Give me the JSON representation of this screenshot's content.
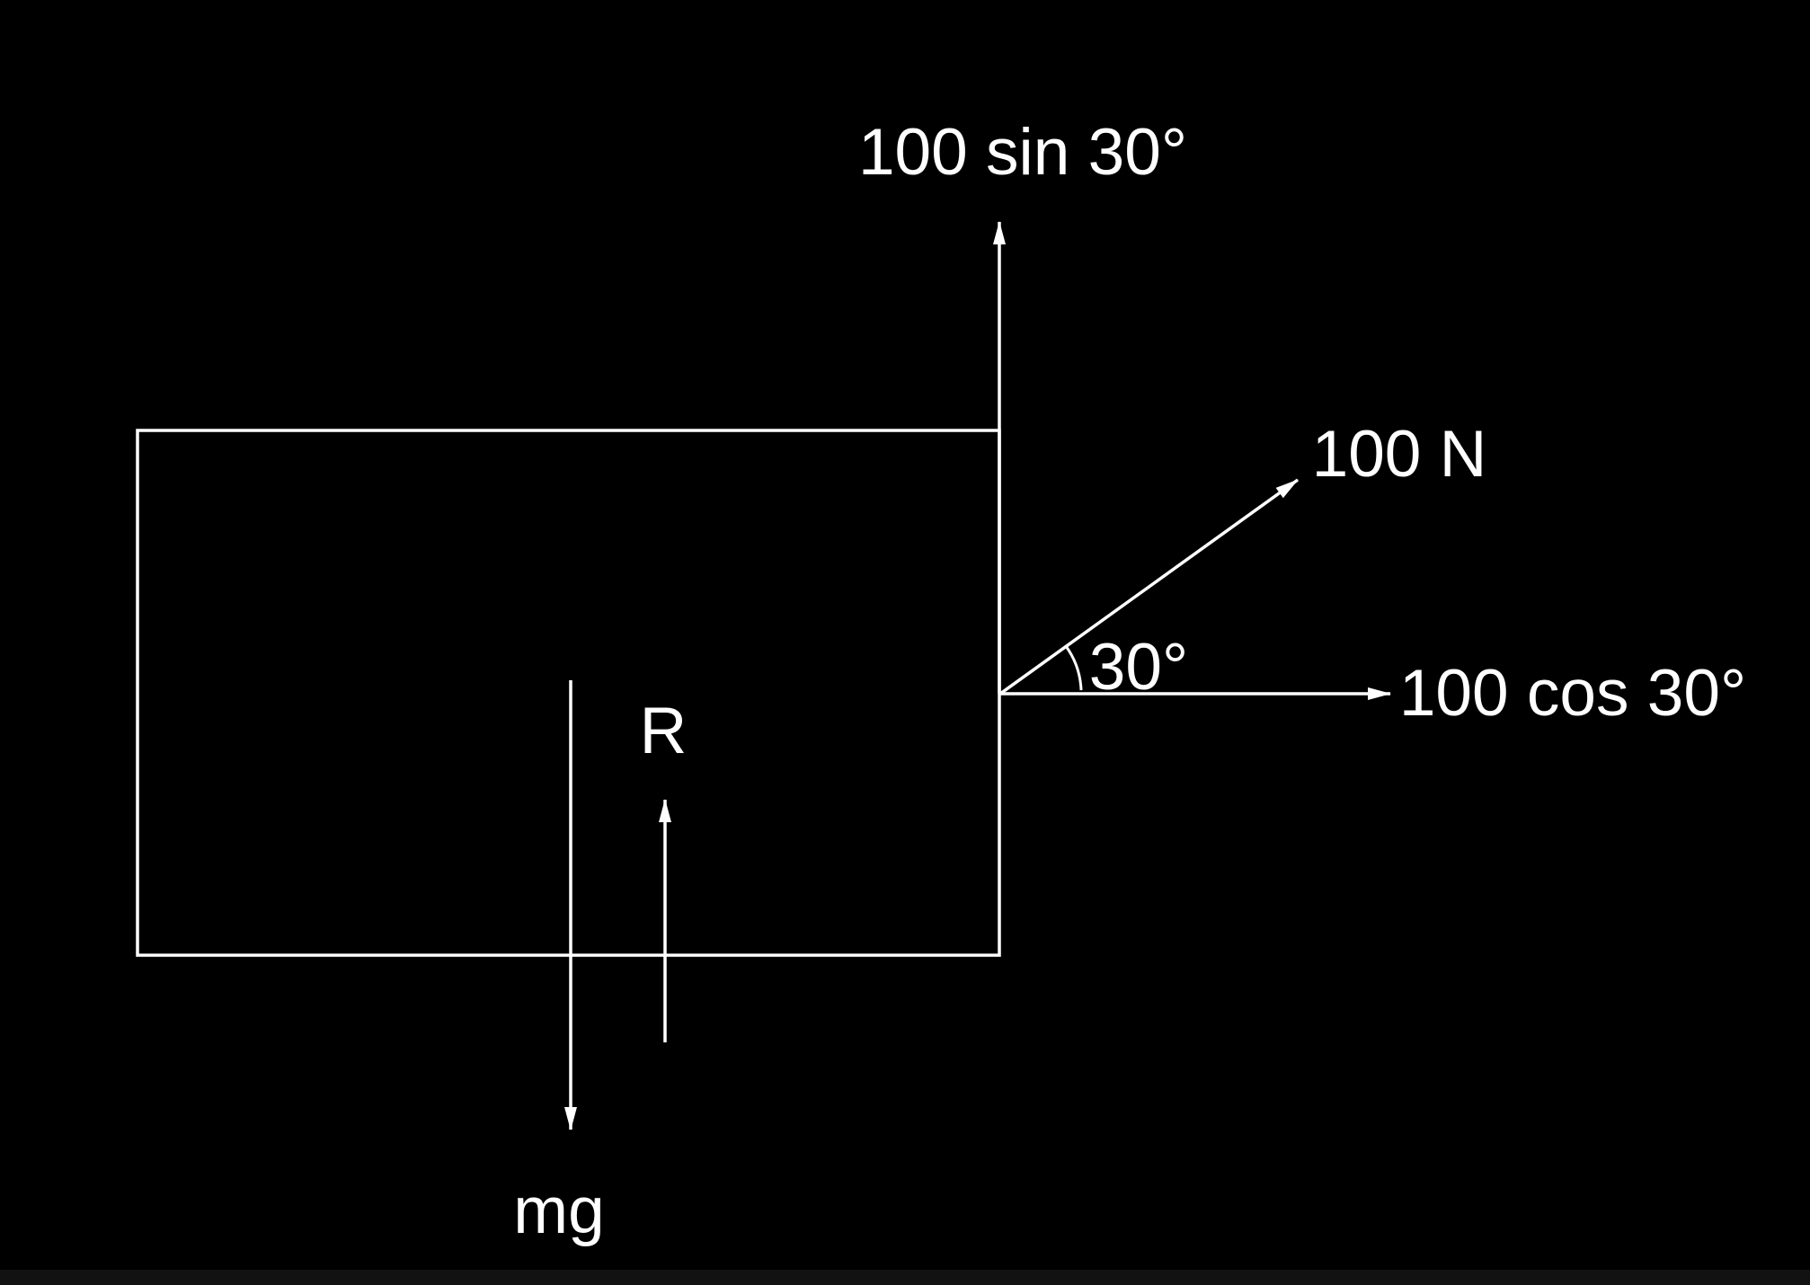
{
  "page": {
    "background": "#000000"
  },
  "diagram": {
    "description": "free-body diagram of a block with an applied force resolved into components",
    "stroke_color": "#ffffff",
    "text_color": "#ffffff",
    "angle_value_deg": 30,
    "labels": {
      "sin_component": "100 sin 30°",
      "applied_force": "100 N",
      "angle": "30°",
      "cos_component": "100 cos 30°",
      "normal_reaction": "R",
      "weight": "mg"
    }
  }
}
